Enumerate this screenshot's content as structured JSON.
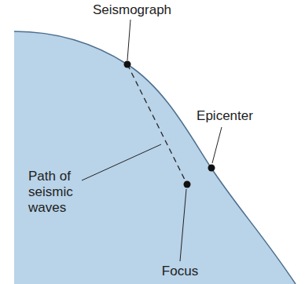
{
  "diagram": {
    "labels": [
      "Seismograph",
      "Epicenter",
      "Path of seismic waves",
      "Focus"
    ]
  }
}
